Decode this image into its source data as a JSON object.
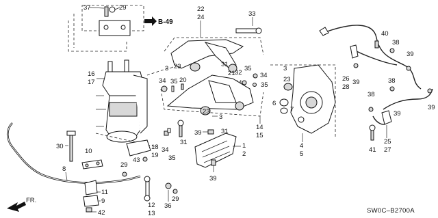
{
  "diagram": {
    "ref_link": "B-49",
    "footer_code": "SW0C–B2700A",
    "direction_label": "FR.",
    "callouts": {
      "c37": "37",
      "c29a": "29",
      "c22": "22",
      "c24": "24",
      "c33": "33",
      "c3a": "3",
      "c23a": "23",
      "c31a": "31",
      "c32": "32",
      "c21": "21",
      "c35a": "35",
      "c34a": "34",
      "c34b": "34",
      "c35b": "35",
      "c16": "16",
      "c17": "17",
      "c20": "20",
      "c34c": "34",
      "c35c": "35",
      "c23b": "23",
      "c3b": "3",
      "c39a": "39",
      "c31b": "31",
      "c14": "14",
      "c15": "15",
      "c3c": "3",
      "c23c": "23",
      "c6": "6",
      "c7": "7",
      "c4": "4",
      "c5": "5",
      "c40": "40",
      "c38a": "38",
      "c39b": "39",
      "c26": "26",
      "c28": "28",
      "c39c": "39",
      "c38b": "38",
      "c39d": "39",
      "c38c": "38",
      "c39e": "39",
      "c25": "25",
      "c27": "27",
      "c41": "41",
      "c30": "30",
      "c10": "10",
      "c8": "8",
      "c18": "18",
      "c19": "19",
      "c43": "43",
      "c34d": "34",
      "c35d": "35",
      "c31c": "31",
      "c1": "1",
      "c2": "2",
      "c39f": "39",
      "c29b": "29",
      "c11": "11",
      "c9": "9",
      "c42": "42",
      "c12": "12",
      "c13": "13",
      "c36": "36",
      "c29c": "29"
    }
  }
}
